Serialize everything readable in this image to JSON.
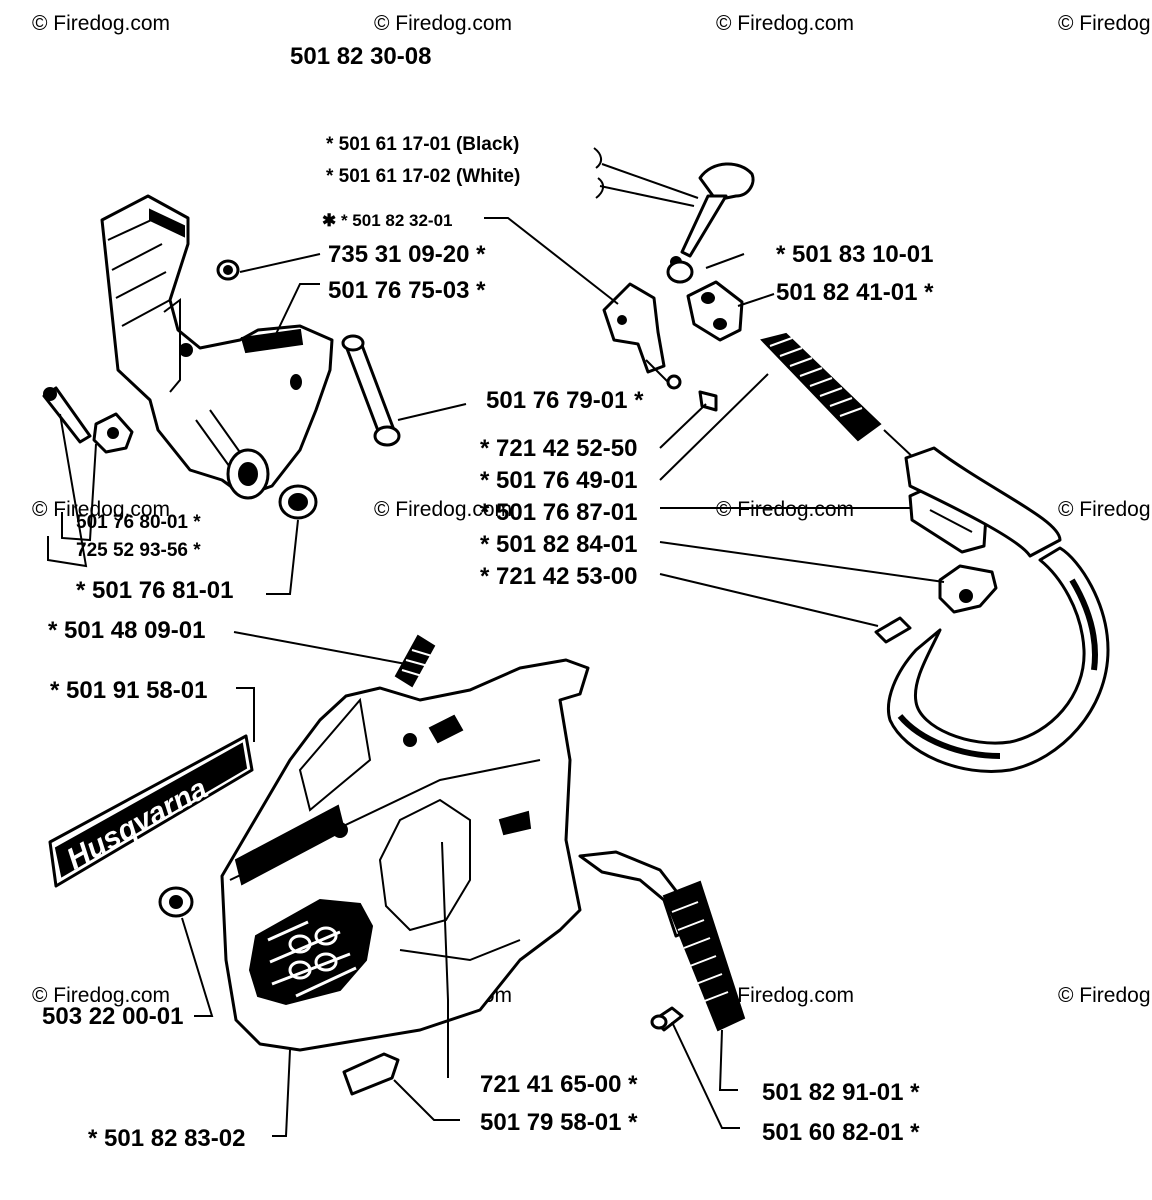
{
  "watermark": "© Firedog.com",
  "assembly_number": "501 82 30-08",
  "brand_decal": "Husqvarna",
  "labels": {
    "knob_black": "*  501 61 17-01 (Black)",
    "knob_white": "*  501 61 17-02 (White)",
    "lever": "✱ *  501 82 32-01",
    "screw_735": "735 31 09-20  *",
    "cover_7675": "501 76 75-03  *",
    "pin_8310": "*  501 83 10-01",
    "block_8241": "501 82 41-01  *",
    "bolt_7679": "501 76 79-01  *",
    "clip_4252": "*  721 42 52-50",
    "spring_7649": "*  501 76 49-01",
    "plate_7687": "*  501 76 87-01",
    "link_8284": "*  501 82 84-01",
    "pin_4253": "*  721 42 53-00",
    "nut_7680": "501 76 80-01  *",
    "screw_7252": "725 52 93-56  *",
    "bush_7681": "*  501 76 81-01",
    "spring_4809": "*  501 48 09-01",
    "decal_9158": "*  501 91 58-01",
    "nut_2200": "503 22 00-01",
    "cover_8283": "*  501 82 83-02",
    "pin_4165": "721 41 65-00  *",
    "plate_7958": "501 79 58-01  *",
    "spring_8291": "501 82 91-01  *",
    "screw_6082": "501 60 82-01  *"
  }
}
